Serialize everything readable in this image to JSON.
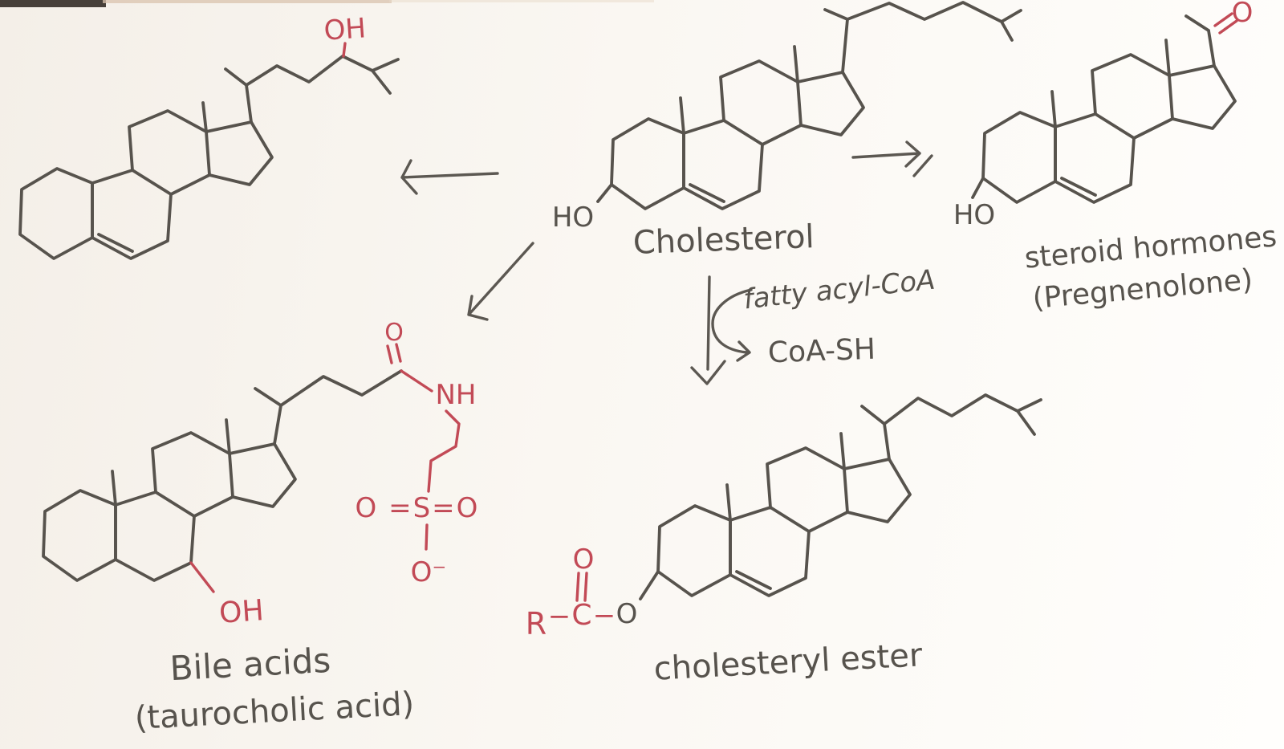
{
  "colors": {
    "paper": "#f8f4ee",
    "ink": "#57534d",
    "red": "#c24a56"
  },
  "labels": {
    "cholesterol": "Cholesterol",
    "steroid_hormones_line1": "steroid hormones",
    "steroid_hormones_line2": "(Pregnenolone)",
    "bile_acids_line1": "Bile acids",
    "bile_acids_line2": "(taurocholic acid)",
    "cholesteryl_ester": "cholesteryl ester",
    "cofactor_in": "fatty acyl-CoA",
    "cofactor_out": "CoA-SH"
  },
  "atoms": {
    "ho_cholesterol": "HO",
    "ho_pregnenolone": "HO",
    "o_keto": "O",
    "oh_side_chain": "OH",
    "oh_bile_ring": "OH",
    "o_amide": "O",
    "nh_amide": "NH",
    "sulfonyl_row": "O =S=O",
    "o_sulfonate": "O⁻",
    "ester_r": "R",
    "ester_c": "C",
    "ester_o_carbonyl": "O",
    "ester_o_link": "O",
    "bond_dash": "−"
  }
}
